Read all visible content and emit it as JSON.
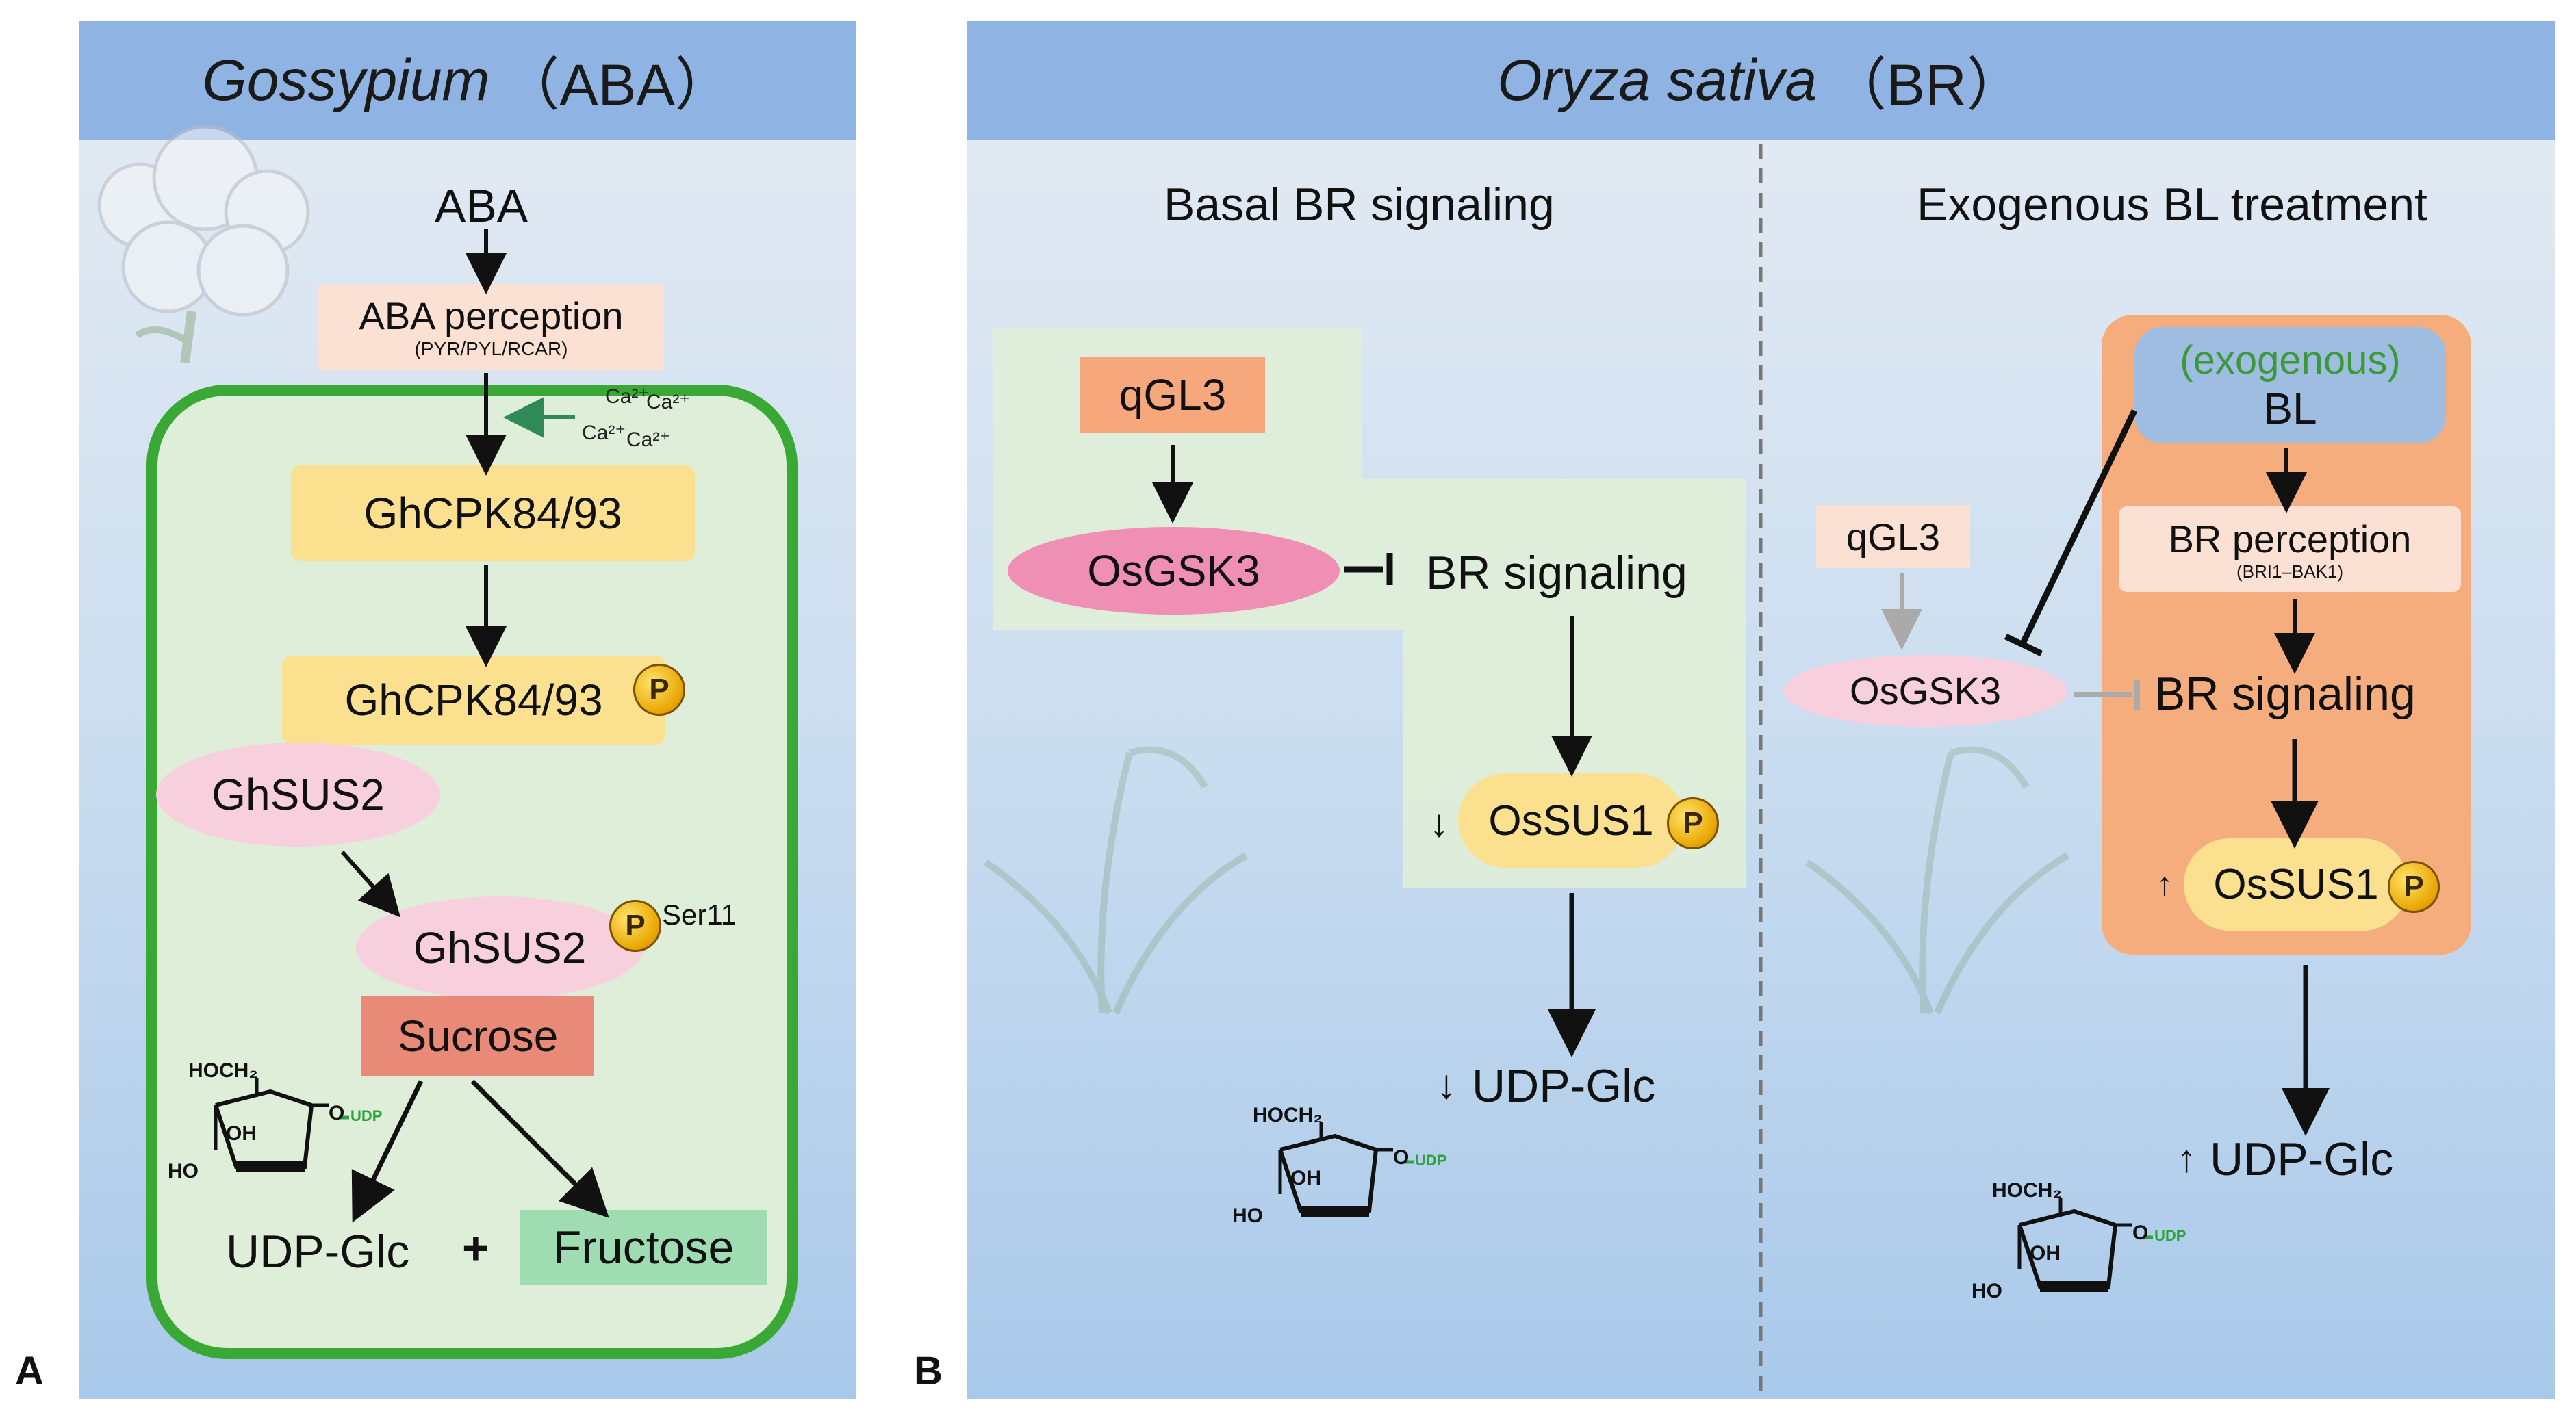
{
  "panelA": {
    "label": "A",
    "title_italic": "Gossypium",
    "title_rest": "（ABA）",
    "aba": "ABA",
    "perception": "ABA perception",
    "perception_sub": "(PYR/PYL/RCAR)",
    "ca_labels": [
      "Ca²⁺",
      "Ca²⁺",
      "Ca²⁺",
      "Ca²⁺"
    ],
    "cpk": "GhCPK84/93",
    "cpk_p": "GhCPK84/93",
    "sus2": "GhSUS2",
    "sus2_p": "GhSUS2",
    "ser": "Ser11",
    "sucrose": "Sucrose",
    "udpglc": "UDP-Glc",
    "plus": "+",
    "fructose": "Fructose"
  },
  "panelB": {
    "label": "B",
    "title_italic": "Oryza sativa",
    "title_rest": "（BR）",
    "left_title": "Basal BR signaling",
    "right_title": "Exogenous BL treatment",
    "qgl3": "qGL3",
    "osgsk3": "OsGSK3",
    "br_signaling": "BR signaling",
    "ossus1": "OsSUS1",
    "down_arrow": "↓",
    "up_arrow": "↑",
    "udpglc": "UDP-Glc",
    "exogenous": "(exogenous)",
    "bl": "BL",
    "br_perception": "BR perception",
    "br_perception_sub": "(BRI1–BAK1)"
  },
  "phospho": "P",
  "glucose": {
    "hoch2": "HOCH₂",
    "oh": "OH",
    "ho": "HO",
    "o": "O",
    "udp": "UDP"
  },
  "colors": {
    "header": "#8fb3e2",
    "cell_border": "#3aa835",
    "cell_fill": "#dfeed9",
    "perception": "#fbe1d3",
    "cpk": "#fbe08f",
    "sus2": "#f8cfdd",
    "sucrose": "#e88a77",
    "fructose": "#9fdcb2",
    "qgl3": "#f6a77c",
    "osgsk3": "#ee8fb3",
    "bl_box": "#f6ad7e",
    "bl_top": "#9fbde0",
    "exogenous_text": "#3a9a3a"
  }
}
